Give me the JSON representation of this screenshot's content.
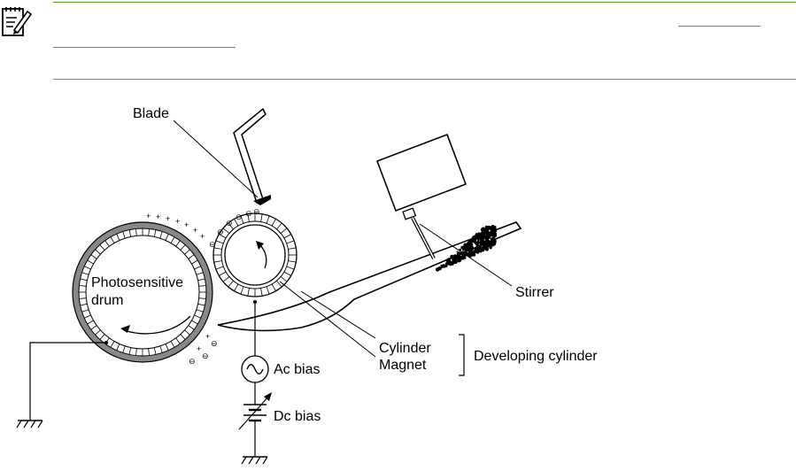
{
  "note": {
    "icon": "note-pencil-icon",
    "accent_color": "#5aa02c"
  },
  "diagram": {
    "labels": {
      "blade": "Blade",
      "drum": [
        "Photosensitive",
        "drum"
      ],
      "stirrer": "Stirrer",
      "cylinder": "Cylinder",
      "magnet": "Magnet",
      "developing_cylinder": "Developing cylinder",
      "ac_bias": "Ac bias",
      "dc_bias": "Dc bias"
    },
    "charges": {
      "plus": "+",
      "minus": "⊖"
    }
  }
}
